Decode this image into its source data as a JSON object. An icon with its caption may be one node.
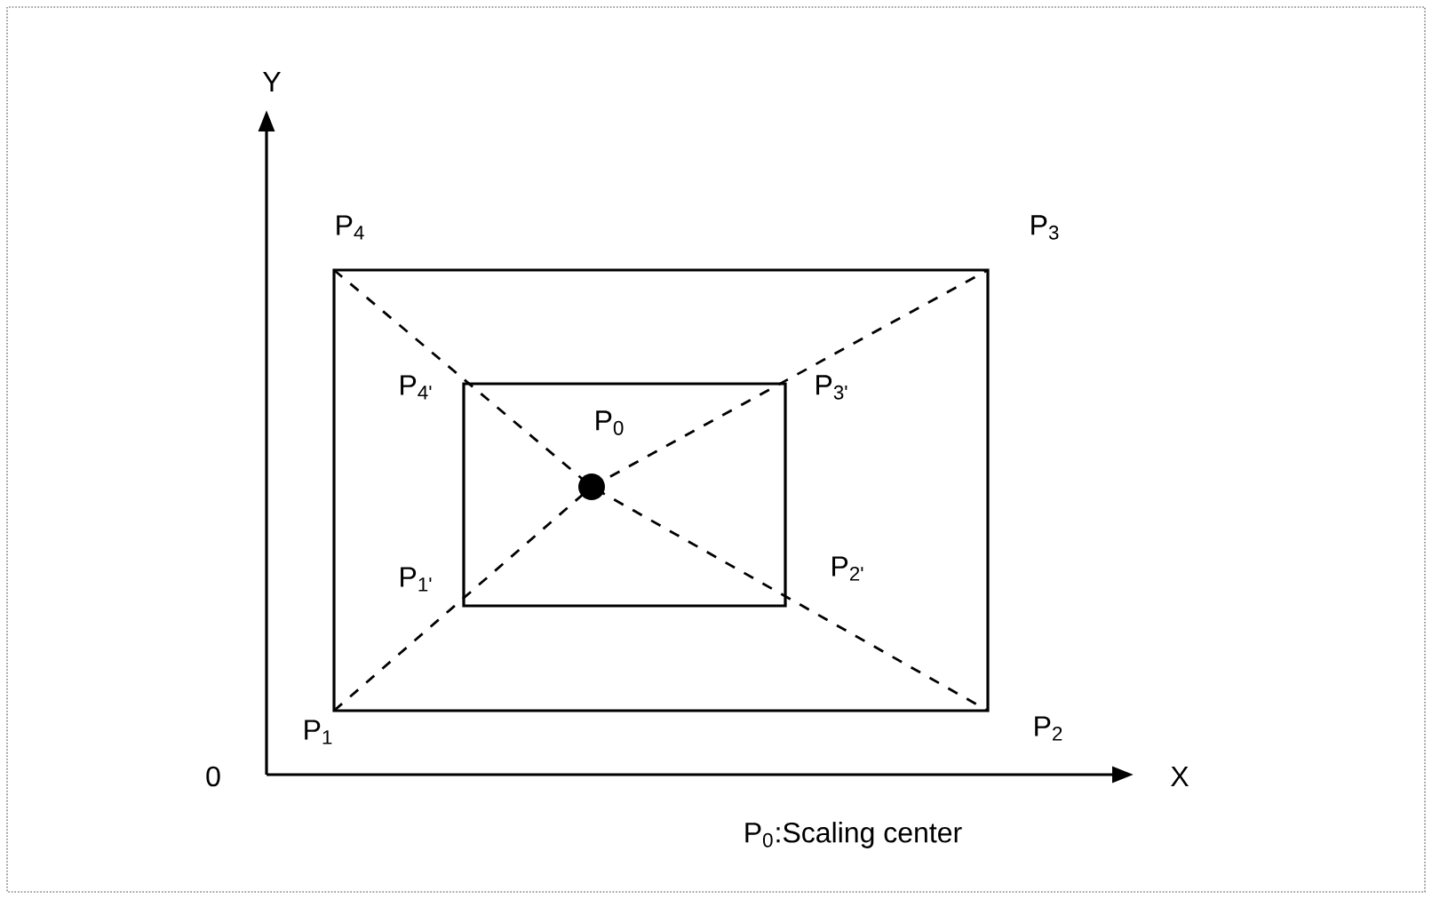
{
  "diagram": {
    "labels": [
      "Y",
      "P$_{4}$",
      "P$_{3}$",
      "P$_{4'}$",
      "P$_{0}$",
      "P$_{3'}$",
      "P$_{1'}$",
      "P$_{2'}$",
      "P$_{1}$",
      "P$_{2}$",
      "0",
      "X",
      "P$_{0}$:Scaling center"
    ]
  }
}
